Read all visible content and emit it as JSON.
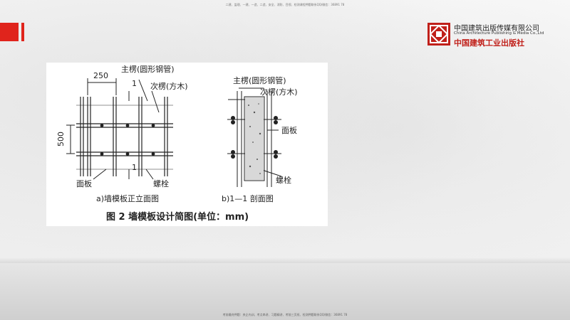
{
  "header": {
    "top_note": "二建、监理、一建、一造、二造、安全、消防、目视、检测课程押题联系QQ/微信：36891 78",
    "bottom_note": "考前最终押题：央企内训、考点串讲、习题精讲、考前三页纸、检测押题联系QQ/微信：36891 78"
  },
  "logo": {
    "name_cn": "中国建筑出版传媒有限公司",
    "name_en": "China Architecture Publishing & Media Co.,Ltd",
    "name_cn_art": "中国建筑工业出版社",
    "accent_color": "#e0241c"
  },
  "figure": {
    "elevation": {
      "dim_horizontal": "250",
      "dim_vertical": "500",
      "label_main_beam": "主楞(圆形钢管)",
      "label_secondary_beam": "次楞(方木)",
      "label_section_mark_top": "1",
      "label_section_mark_bottom": "1",
      "label_panel": "面板",
      "label_bolt": "螺栓",
      "caption": "a)墙模板正立面图"
    },
    "section": {
      "label_main_beam": "主楞(圆形钢管)",
      "label_secondary_beam": "次楞(方木)",
      "label_panel": "面板",
      "label_bolt": "螺栓",
      "caption": "b)1—1 剖面图"
    },
    "title": "图 2    墙模板设计简图(单位：mm)"
  }
}
